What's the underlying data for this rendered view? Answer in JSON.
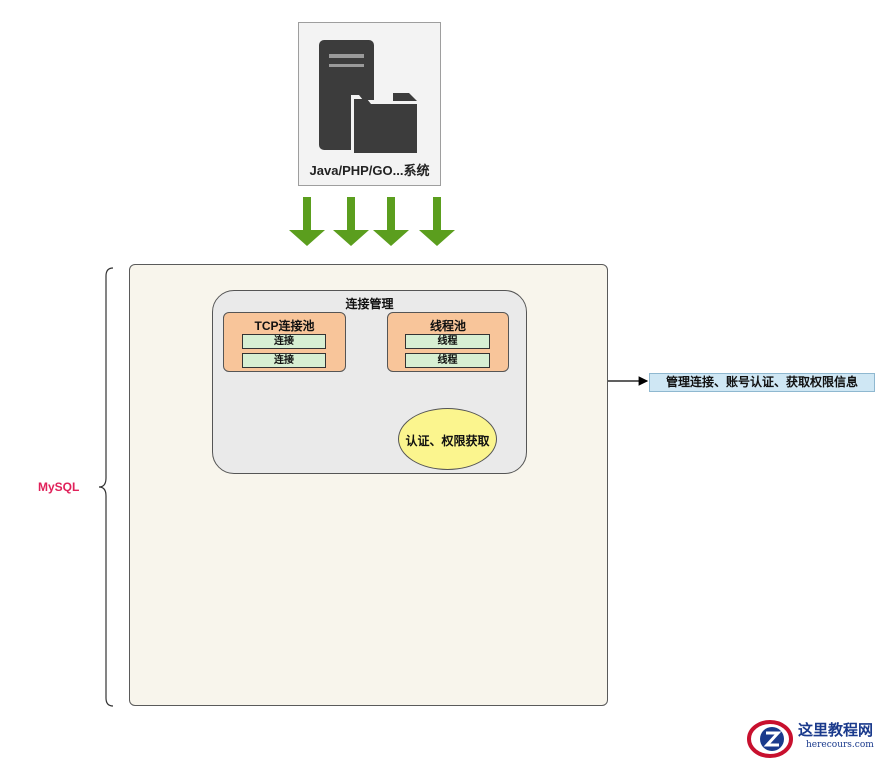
{
  "client": {
    "label": "Java/PHP/GO...系统",
    "icon": "server-folder-icon"
  },
  "mysql": {
    "label": "MySQL"
  },
  "connection_management": {
    "title": "连接管理",
    "tcp_pool": {
      "title": "TCP连接池",
      "slots": [
        "连接",
        "连接"
      ]
    },
    "thread_pool": {
      "title": "线程池",
      "slots": [
        "线程",
        "线程"
      ]
    },
    "auth": {
      "label": "认证、权限获取"
    }
  },
  "note": {
    "label": "管理连接、账号认证、获取权限信息"
  },
  "watermark": {
    "cn": "这里教程网",
    "en": "herecours.com"
  },
  "colors": {
    "arrow_green": "#5b9e1e",
    "mysql_label": "#e0215a",
    "pool_fill": "#f8c59a",
    "slot_fill": "#d7efd3",
    "auth_fill": "#fbf58e",
    "note_fill": "#cfe7f4"
  }
}
